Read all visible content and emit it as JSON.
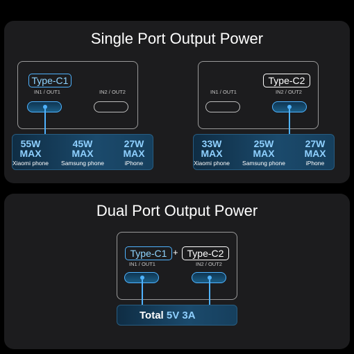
{
  "single": {
    "title": "Single Port Output Power",
    "left": {
      "chip": "Type-C1",
      "port1_label": "IN1 / OUT1",
      "port2_label": "IN2 / OUT2",
      "stats": [
        {
          "watts": "55W",
          "max": "MAX",
          "device": "Xiaomi phone"
        },
        {
          "watts": "45W",
          "max": "MAX",
          "device": "Samsung phone"
        },
        {
          "watts": "27W",
          "max": "MAX",
          "device": "iPhone"
        }
      ]
    },
    "right": {
      "chip": "Type-C2",
      "port1_label": "IN1 / OUT1",
      "port2_label": "IN2 / OUT2",
      "stats": [
        {
          "watts": "33W",
          "max": "MAX",
          "device": "Xiaomi phone"
        },
        {
          "watts": "25W",
          "max": "MAX",
          "device": "Samsung phone"
        },
        {
          "watts": "27W",
          "max": "MAX",
          "device": "iPhone"
        }
      ]
    }
  },
  "dual": {
    "title": "Dual Port Output Power",
    "chip1": "Type-C1",
    "plus": "+",
    "chip2": "Type-C2",
    "port1_label": "IN1 / OUT1",
    "port2_label": "IN2 / OUT2",
    "total_label": "Total",
    "total_value_5v": "5V",
    "total_value_3a": "3A"
  },
  "colors": {
    "accent": "#4fb3ff",
    "panel": "#1c1c1e",
    "background": "#000000"
  }
}
